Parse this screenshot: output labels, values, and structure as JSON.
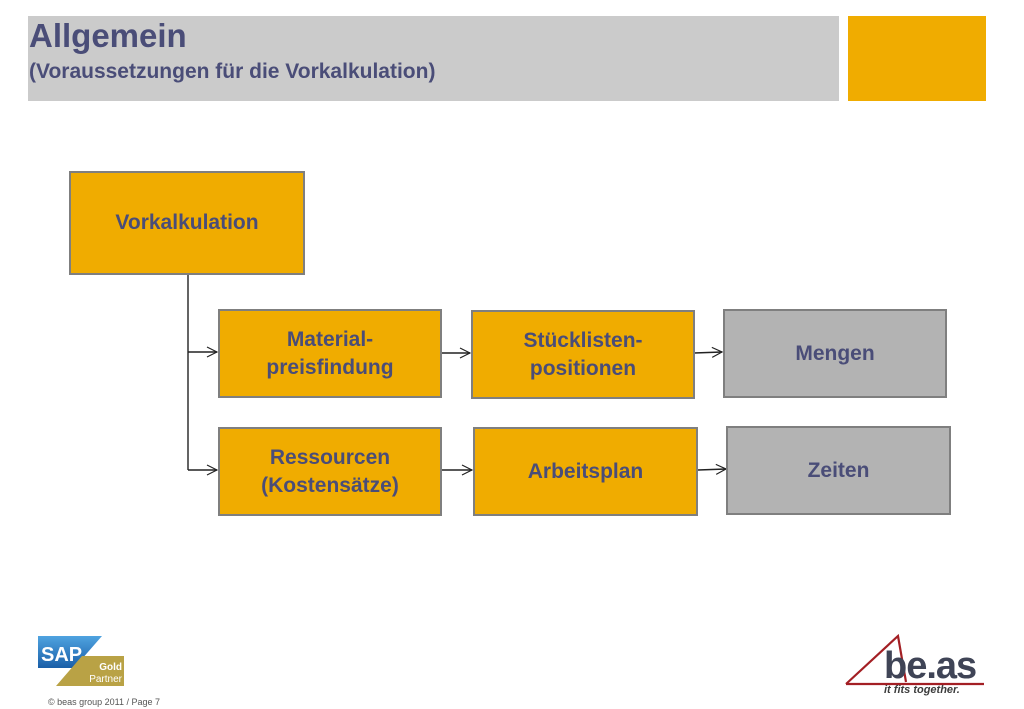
{
  "header": {
    "title": "Allgemein",
    "subtitle": "(Voraussetzungen für die Vorkalkulation)"
  },
  "diagram": {
    "root": {
      "label": "Vorkalkulation"
    },
    "row1": [
      {
        "label": "Material-\npreisfindung"
      },
      {
        "label": "Stücklisten-\npositionen"
      },
      {
        "label": "Mengen"
      }
    ],
    "row2": [
      {
        "label": "Ressourcen\n(Kostensätze)"
      },
      {
        "label": "Arbeitsplan"
      },
      {
        "label": "Zeiten"
      }
    ]
  },
  "footer": {
    "copyright": "© beas group 2011 / Page 7",
    "sap_logo": {
      "text": "SAP",
      "badge_line1": "Gold",
      "badge_line2": "Partner"
    },
    "beas_logo": {
      "text": "be.as",
      "tagline": "it fits together."
    }
  },
  "colors": {
    "orange": "#f0ac00",
    "grey": "#b3b3b3",
    "header_grey": "#cbcbcb",
    "title_text": "#4a4d78"
  }
}
